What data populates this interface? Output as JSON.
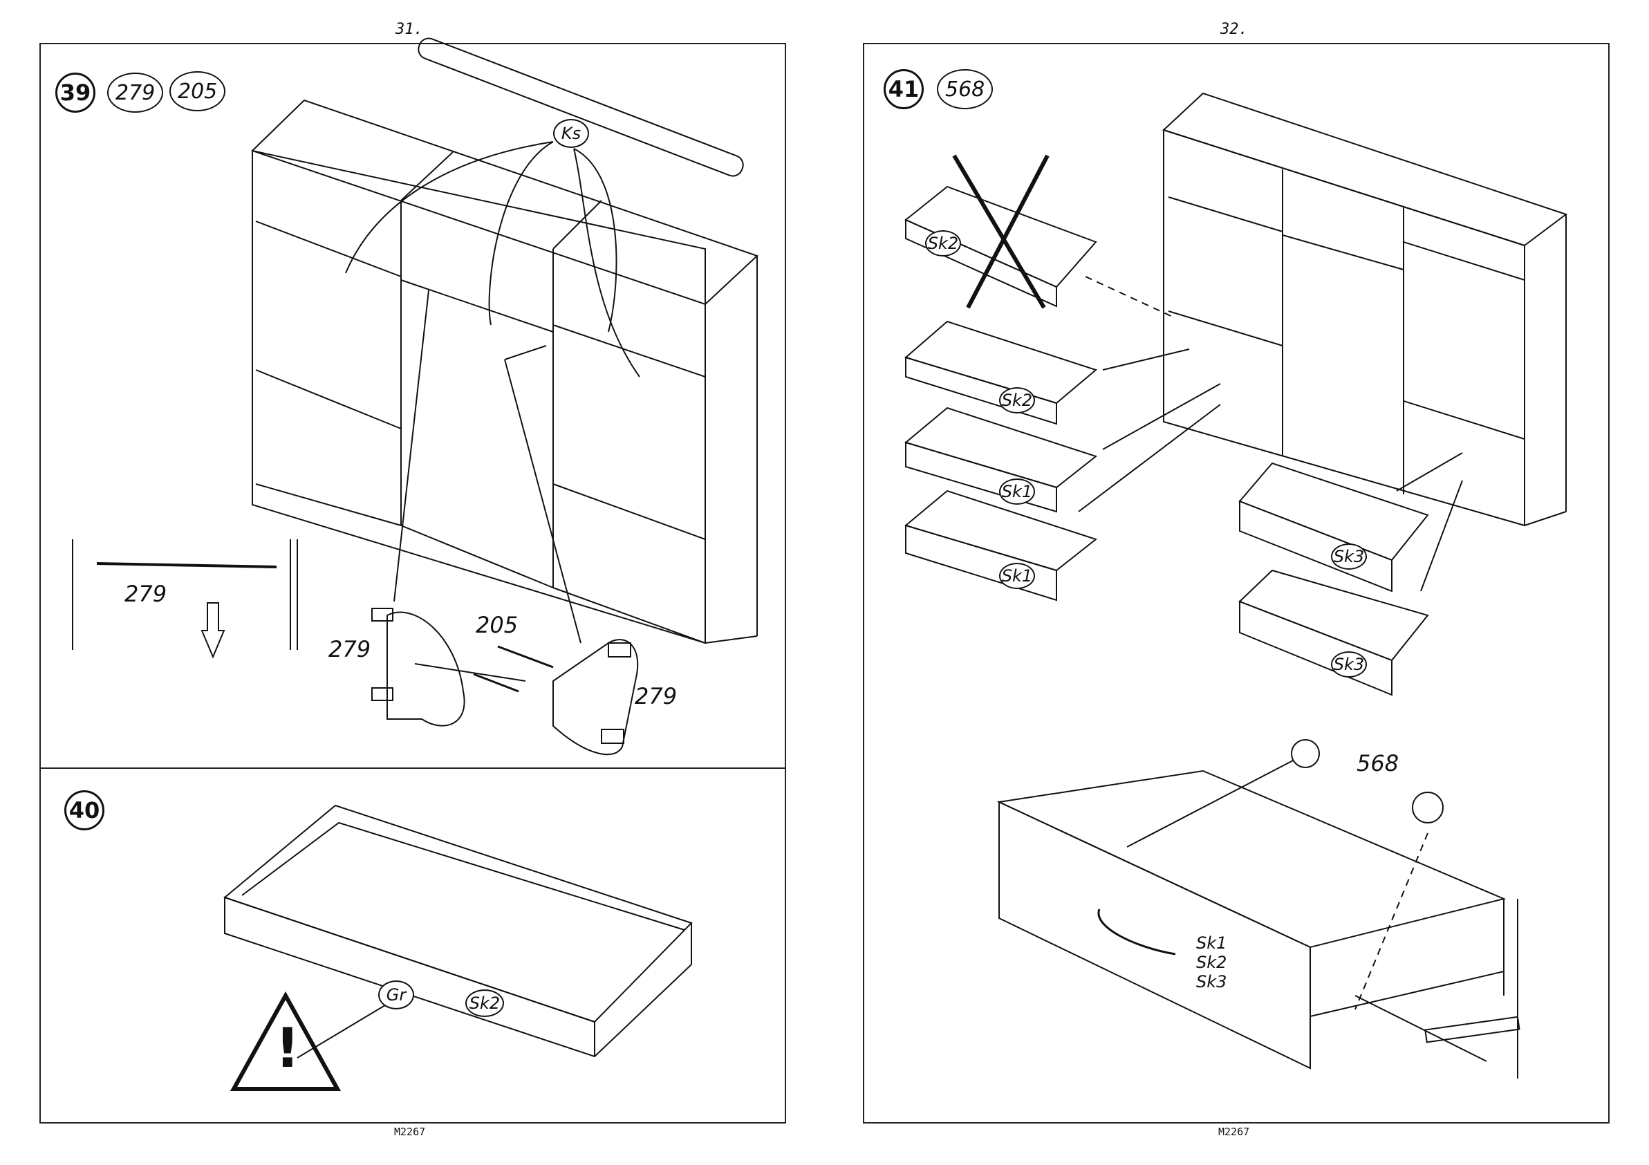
{
  "pages": [
    {
      "number": "31.",
      "footer": "M2267"
    },
    {
      "number": "32.",
      "footer": "M2267"
    }
  ],
  "step39": {
    "number": "39",
    "parts": [
      "279",
      "205"
    ],
    "callout_ks": "Ks",
    "labels": {
      "detail_279": "279",
      "left_279": "279",
      "screw_205": "205",
      "right_279": "279"
    }
  },
  "step40": {
    "number": "40",
    "callout_gr": "Gr",
    "drawer_tag": "Sk2",
    "warning_icon": "exclamation-triangle-icon"
  },
  "step41": {
    "number": "41",
    "parts": [
      "568"
    ],
    "drawer_tags": {
      "crossed": "Sk2",
      "d1": "Sk2",
      "d2": "Sk1",
      "d3": "Sk1",
      "d4": "Sk3",
      "d5": "Sk3"
    },
    "screw_label": "568",
    "drawer_types": [
      "Sk1",
      "Sk2",
      "Sk3"
    ]
  }
}
